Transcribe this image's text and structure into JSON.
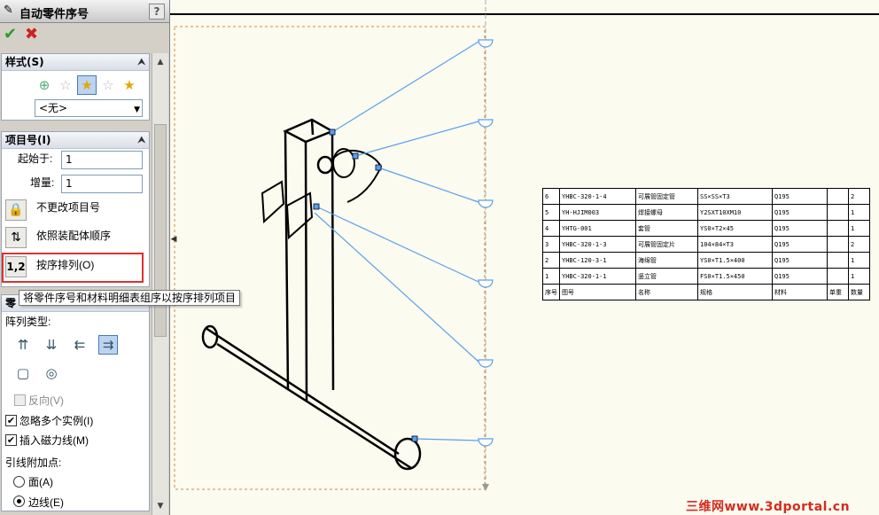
{
  "panel": {
    "title": "自动零件序号",
    "help_label": "?",
    "ok_icon": "✔",
    "cancel_icon": "✖",
    "style_group": {
      "title": "样式(S)",
      "style_select": "<无>"
    },
    "item_group": {
      "title": "项目号(I)",
      "start_label": "起始于:",
      "start_value": "1",
      "increment_label": "增量:",
      "increment_value": "1",
      "options": [
        {
          "icon": "lock-icon",
          "label": "不更改项目号"
        },
        {
          "icon": "assembly-order-icon",
          "label": "依照装配体顺序"
        },
        {
          "icon": "order-numbers-icon",
          "icon_text": "1,2",
          "label": "按序排列(O)"
        }
      ]
    },
    "tooltip": "将零件序号和材料明细表组序以按序排列项目",
    "layout_group": {
      "title_partial": "零",
      "pattern_label": "阵列类型:",
      "reverse_label": "反向(V)",
      "ignore_multiple_label": "忽略多个实例(I)",
      "insert_magnetic_label": "插入磁力线(M)",
      "leader_attach_label": "引线附加点:",
      "face_label": "面(A)",
      "edge_label": "边线(E)",
      "ignore_multiple_checked": true,
      "insert_magnetic_checked": true,
      "reverse_checked": false,
      "edge_selected": true
    }
  },
  "bom": {
    "rows": [
      [
        "6",
        "YHBC-320-1-4",
        "可展管固定管",
        "SS×SS×T3",
        "Q195",
        "",
        "2"
      ],
      [
        "5",
        "YH-HJIM003",
        "焊接螺母",
        "Y2SXT10XM10",
        "Q195",
        "",
        "1"
      ],
      [
        "4",
        "YHTG-001",
        "套管",
        "YS0×T2×45",
        "Q195",
        "",
        "1"
      ],
      [
        "3",
        "YHBC-320-1-3",
        "可展管固定片",
        "104×84×T3",
        "Q195",
        "",
        "2"
      ],
      [
        "2",
        "YHBC-120-3-1",
        "海绵管",
        "YS0×T1.5×400",
        "Q195",
        "",
        "1"
      ],
      [
        "1",
        "YHBC-320-1-1",
        "竖立管",
        "FS0×T1.5×450",
        "Q195",
        "",
        "1"
      ]
    ],
    "header": [
      "序号",
      "图号",
      "名称",
      "规格",
      "材料",
      "单重",
      "数量"
    ]
  },
  "watermark": "三维网www.3dportal.cn"
}
